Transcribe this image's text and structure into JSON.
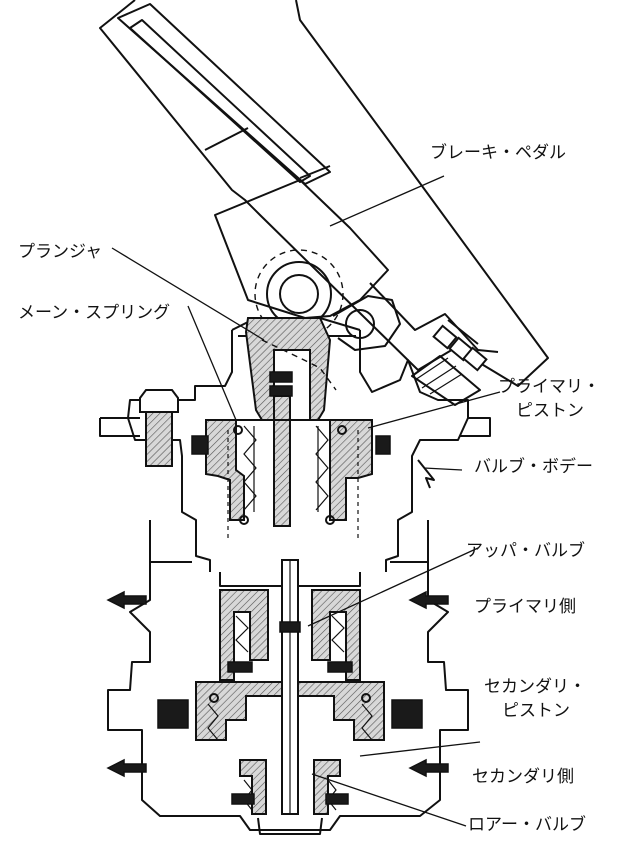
{
  "labels": {
    "brake_pedal": "ブレーキ・ペダル",
    "plunger": "プランジャ",
    "main_spring": "メーン・スプリング",
    "primary_piston_1": "プライマリ・",
    "primary_piston_2": "ピストン",
    "valve_body": "バルブ・ボデー",
    "upper_valve": "アッパ・バルブ",
    "primary_side": "プライマリ側",
    "secondary_piston_1": "セカンダリ・",
    "secondary_piston_2": "ピストン",
    "secondary_side": "セカンダリ側",
    "lower_valve": "ロアー・バルブ"
  }
}
